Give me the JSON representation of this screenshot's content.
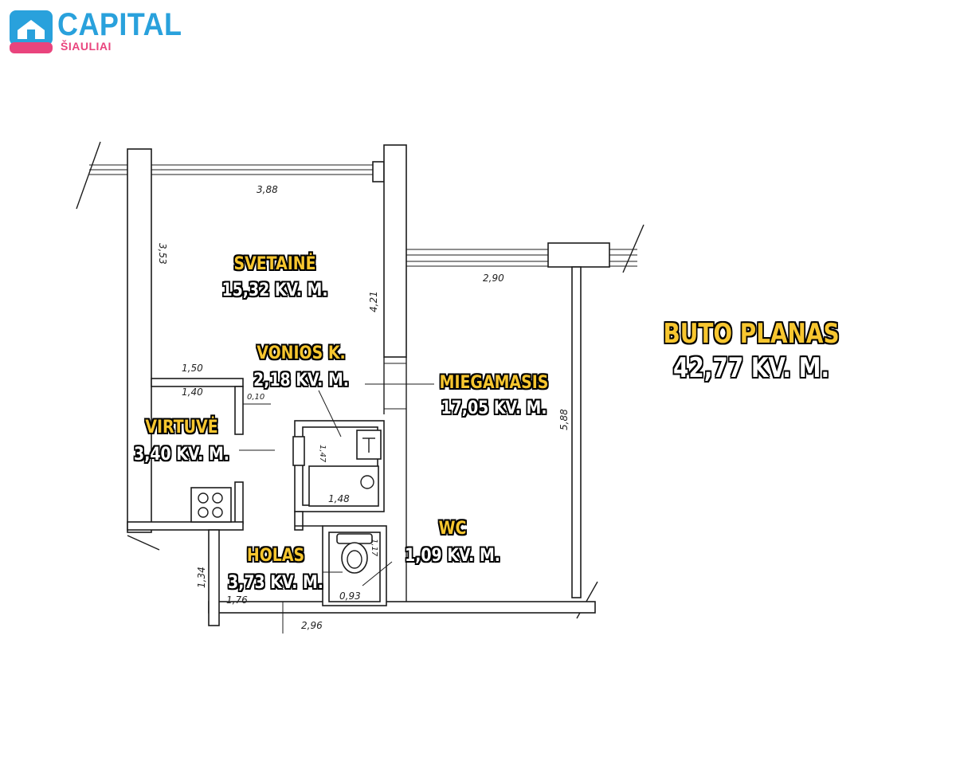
{
  "logo": {
    "name": "CAPITAL",
    "subtitle": "ŠIAULIAI",
    "icon": "house-icon"
  },
  "title": {
    "heading": "BUTO PLANAS",
    "area": "42,77 KV. M."
  },
  "rooms": [
    {
      "name": "SVETAINĖ",
      "area": "15,32 KV. M."
    },
    {
      "name": "VONIOS K.",
      "area": "2,18 KV. M."
    },
    {
      "name": "MIEGAMASIS",
      "area": "17,05 KV. M."
    },
    {
      "name": "VIRTUVĖ",
      "area": "3,40 KV. M."
    },
    {
      "name": "WC",
      "area": "1,09 KV. M."
    },
    {
      "name": "HOLAS",
      "area": "3,73 KV. M."
    }
  ],
  "dimensions": [
    "3,88",
    "3,53",
    "4,21",
    "2,90",
    "5,88",
    "1,50",
    "1,40",
    "0,10",
    "1,47",
    "1,48",
    "1,17",
    "0,93",
    "1,34",
    "1,76",
    "2,96"
  ],
  "colors": {
    "brand_blue": "#29a1dc",
    "brand_pink": "#e9447d",
    "room_name": "#f7c62f",
    "area_text": "#ffffff",
    "outline": "#000000"
  }
}
